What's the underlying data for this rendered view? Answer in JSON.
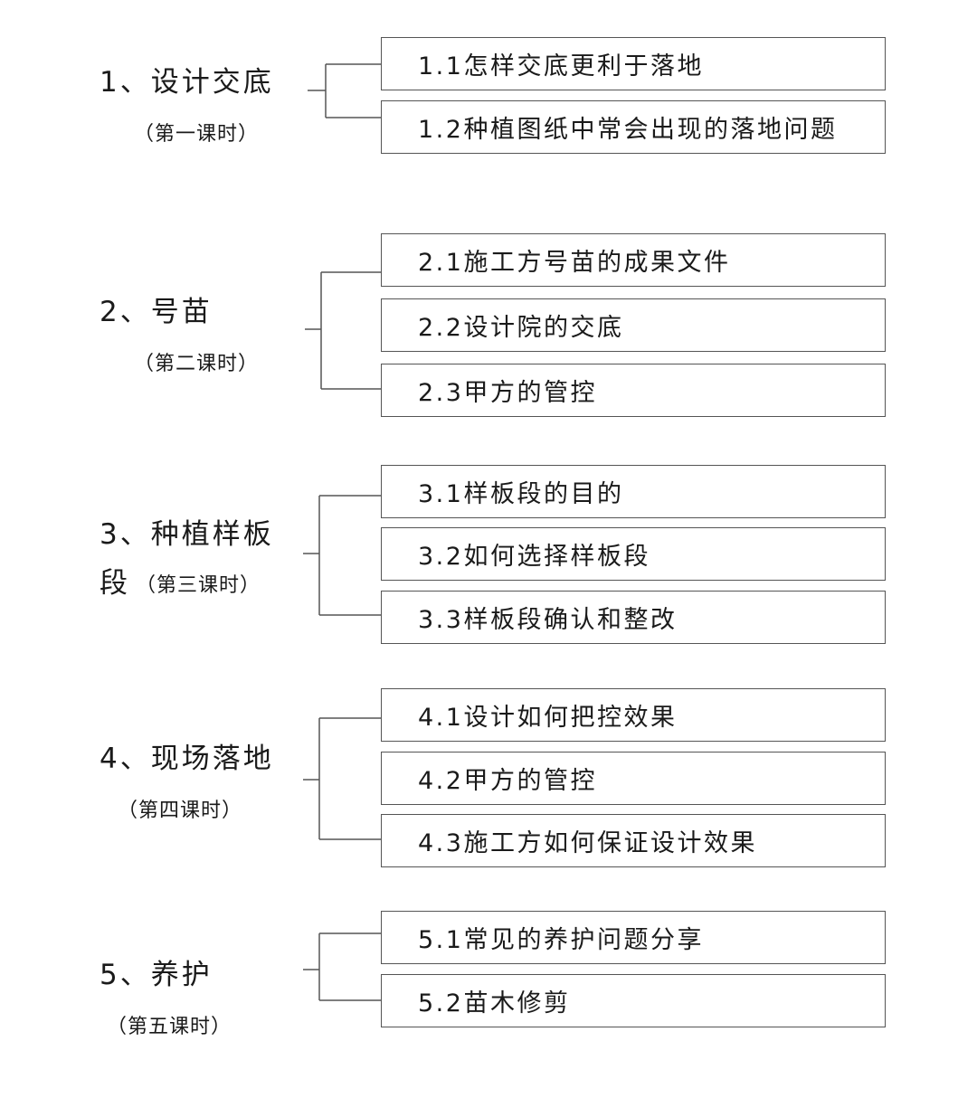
{
  "sections": [
    {
      "title": "1、设计交底",
      "subtitle": "（第一课时）",
      "topics": [
        "1.1怎样交底更利于落地",
        "1.2种植图纸中常会出现的落地问题"
      ]
    },
    {
      "title": "2、号苗",
      "subtitle": "（第二课时）",
      "topics": [
        "2.1施工方号苗的成果文件",
        "2.2设计院的交底",
        "2.3甲方的管控"
      ]
    },
    {
      "title": "3、种植样板",
      "title_line2": "段",
      "subtitle": "（第三课时）",
      "topics": [
        "3.1样板段的目的",
        "3.2如何选择样板段",
        "3.3样板段确认和整改"
      ]
    },
    {
      "title": "4、现场落地",
      "subtitle": "（第四课时）",
      "topics": [
        "4.1设计如何把控效果",
        "4.2甲方的管控",
        "4.3施工方如何保证设计效果"
      ]
    },
    {
      "title": "5、养护",
      "subtitle": "（第五课时）",
      "topics": [
        "5.1常见的养护问题分享",
        "5.2苗木修剪"
      ]
    }
  ],
  "colors": {
    "line": "#555555",
    "text": "#1a1a1a"
  }
}
